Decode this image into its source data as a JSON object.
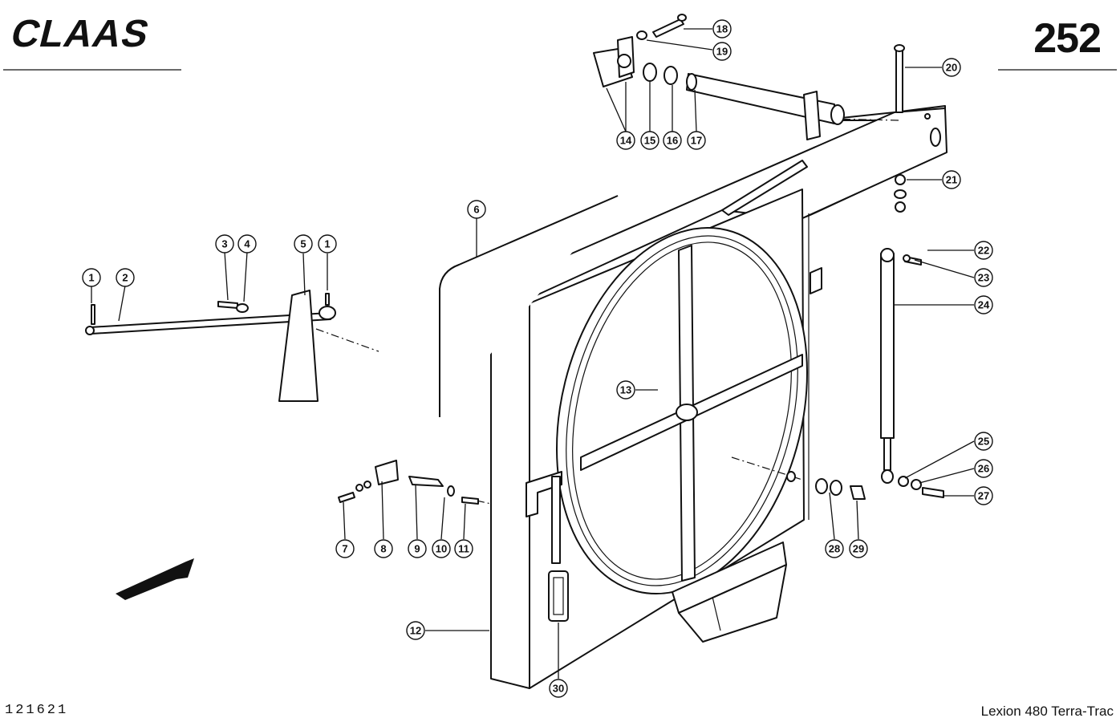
{
  "header": {
    "brand": "CLAAS",
    "page_number": "252"
  },
  "footer": {
    "drawing_number": "121621",
    "model": "Lexion 480 Terra-Trac"
  },
  "callouts": [
    "1",
    "2",
    "3",
    "4",
    "5",
    "1",
    "6",
    "7",
    "8",
    "9",
    "10",
    "11",
    "12",
    "13",
    "14",
    "15",
    "16",
    "17",
    "18",
    "19",
    "20",
    "21",
    "22",
    "23",
    "24",
    "25",
    "26",
    "27",
    "28",
    "29",
    "30"
  ]
}
